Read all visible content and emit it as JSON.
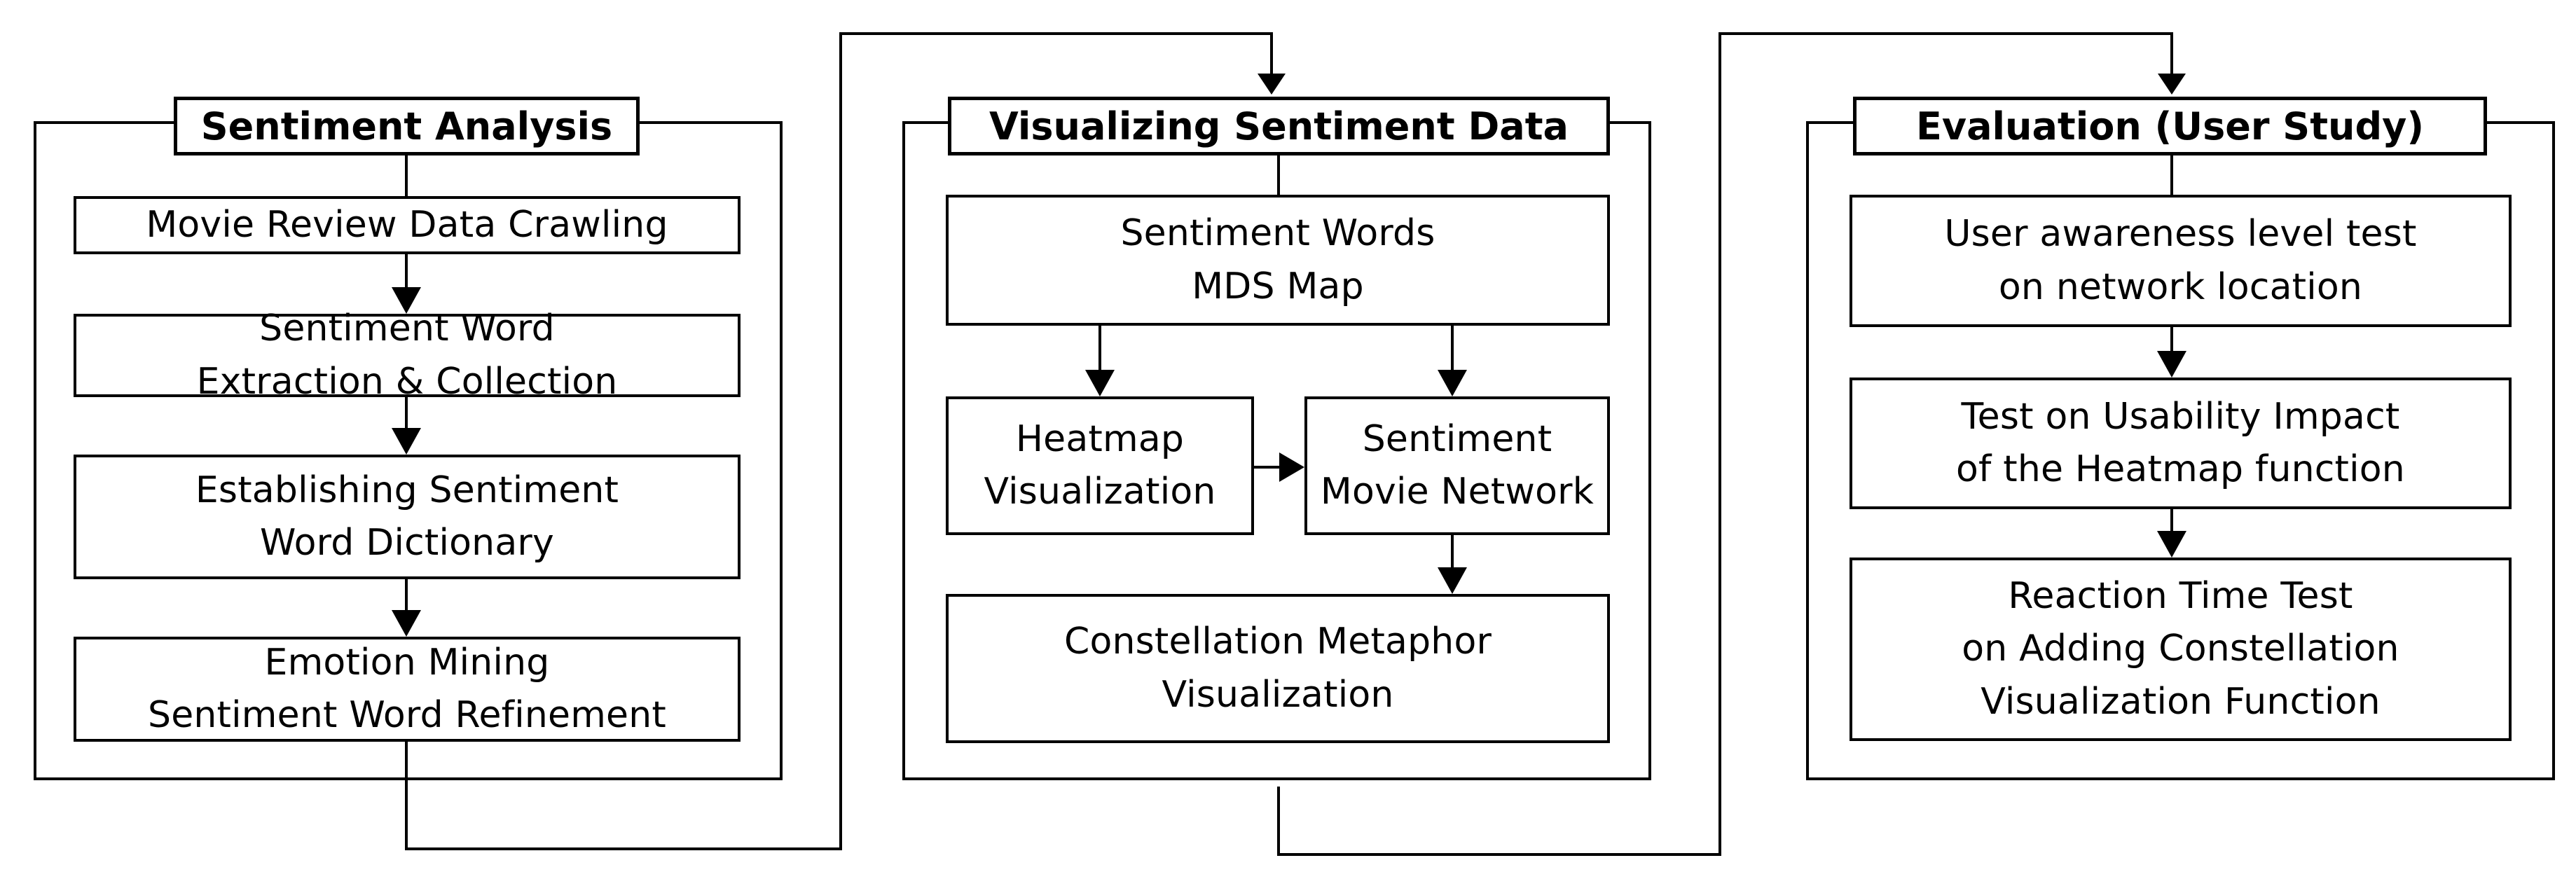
{
  "diagram": {
    "panels": [
      {
        "id": "sentiment-analysis",
        "title": "Sentiment Analysis",
        "steps": [
          {
            "lines": [
              "Movie Review Data Crawling"
            ]
          },
          {
            "lines": [
              "Sentiment Word",
              "Extraction & Collection"
            ]
          },
          {
            "lines": [
              "Establishing Sentiment",
              "Word Dictionary"
            ]
          },
          {
            "lines": [
              "Emotion Mining",
              "Sentiment Word Refinement"
            ]
          }
        ]
      },
      {
        "id": "visualizing-sentiment-data",
        "title": "Visualizing Sentiment Data",
        "steps": [
          {
            "lines": [
              "Sentiment Words",
              "MDS Map"
            ]
          },
          {
            "lines": [
              "Heatmap",
              "Visualization"
            ]
          },
          {
            "lines": [
              "Sentiment",
              "Movie Network"
            ]
          },
          {
            "lines": [
              "Constellation Metaphor",
              "Visualization"
            ]
          }
        ]
      },
      {
        "id": "evaluation-user-study",
        "title": "Evaluation (User Study)",
        "steps": [
          {
            "lines": [
              "User awareness level test",
              "on network location"
            ]
          },
          {
            "lines": [
              "Test on Usability Impact",
              "of the Heatmap function"
            ]
          },
          {
            "lines": [
              "Reaction Time Test",
              "on Adding Constellation",
              "Visualization Function"
            ]
          }
        ]
      }
    ]
  }
}
